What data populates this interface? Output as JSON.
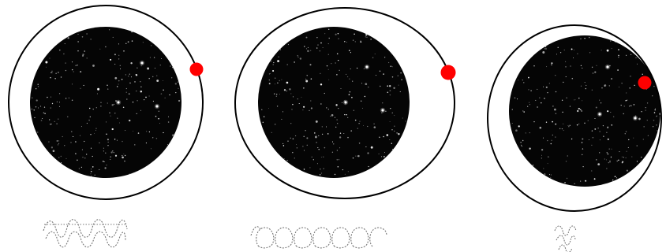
{
  "panels": [
    {
      "id": "panel-1",
      "disk": "starfield",
      "orbit": "ellipse",
      "marker": "red-dot",
      "trace_motif": "interlocking-loops"
    },
    {
      "id": "panel-2",
      "disk": "starfield",
      "orbit": "ellipse",
      "marker": "red-dot",
      "trace_motif": "rolling-loops"
    },
    {
      "id": "panel-3",
      "disk": "starfield",
      "orbit": "ellipse",
      "marker": "red-dot",
      "trace_motif": "small-loops"
    }
  ],
  "colors": {
    "background": "#ffffff",
    "disk": "#050505",
    "star": "#ffffff",
    "orbit": "#000000",
    "marker": "#ff0000",
    "trace": "#777777"
  }
}
